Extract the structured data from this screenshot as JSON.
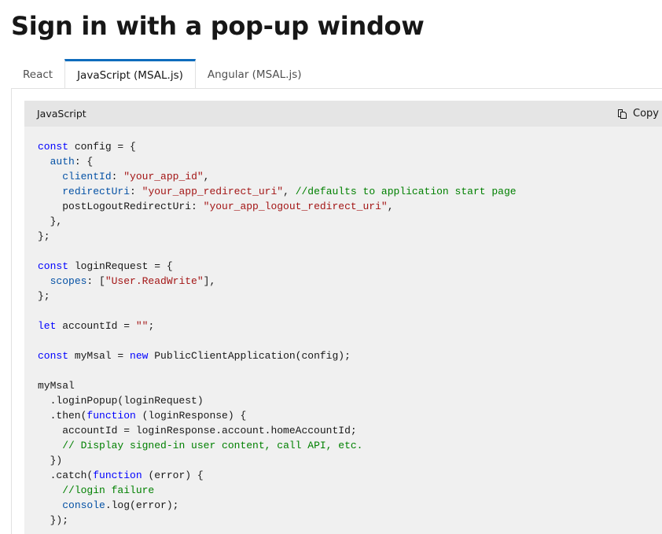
{
  "page_title": "Sign in with a pop-up window",
  "tabs": [
    {
      "label": "React"
    },
    {
      "label": "JavaScript (MSAL.js)",
      "active": true
    },
    {
      "label": "Angular (MSAL.js)"
    }
  ],
  "code": {
    "language": "JavaScript",
    "copy_label": "Copy",
    "lines": [
      [
        [
          "kw",
          "const"
        ],
        [
          "t",
          " config = {"
        ]
      ],
      [
        [
          "t",
          "  "
        ],
        [
          "prop",
          "auth"
        ],
        [
          "t",
          ": {"
        ]
      ],
      [
        [
          "t",
          "    "
        ],
        [
          "prop",
          "clientId"
        ],
        [
          "t",
          ": "
        ],
        [
          "str",
          "\"your_app_id\""
        ],
        [
          "t",
          ","
        ]
      ],
      [
        [
          "t",
          "    "
        ],
        [
          "prop",
          "redirectUri"
        ],
        [
          "t",
          ": "
        ],
        [
          "str",
          "\"your_app_redirect_uri\""
        ],
        [
          "t",
          ", "
        ],
        [
          "cm",
          "//defaults to application start page"
        ]
      ],
      [
        [
          "t",
          "    postLogoutRedirectUri: "
        ],
        [
          "str",
          "\"your_app_logout_redirect_uri\""
        ],
        [
          "t",
          ","
        ]
      ],
      [
        [
          "t",
          "  },"
        ]
      ],
      [
        [
          "t",
          "};"
        ]
      ],
      [
        [
          "t",
          ""
        ]
      ],
      [
        [
          "kw",
          "const"
        ],
        [
          "t",
          " loginRequest = {"
        ]
      ],
      [
        [
          "t",
          "  "
        ],
        [
          "prop",
          "scopes"
        ],
        [
          "t",
          ": ["
        ],
        [
          "str",
          "\"User.ReadWrite\""
        ],
        [
          "t",
          "],"
        ]
      ],
      [
        [
          "t",
          "};"
        ]
      ],
      [
        [
          "t",
          ""
        ]
      ],
      [
        [
          "kw",
          "let"
        ],
        [
          "t",
          " accountId = "
        ],
        [
          "str",
          "\"\""
        ],
        [
          "t",
          ";"
        ]
      ],
      [
        [
          "t",
          ""
        ]
      ],
      [
        [
          "kw",
          "const"
        ],
        [
          "t",
          " myMsal = "
        ],
        [
          "kw",
          "new"
        ],
        [
          "t",
          " PublicClientApplication(config);"
        ]
      ],
      [
        [
          "t",
          ""
        ]
      ],
      [
        [
          "t",
          "myMsal"
        ]
      ],
      [
        [
          "t",
          "  .loginPopup(loginRequest)"
        ]
      ],
      [
        [
          "t",
          "  .then("
        ],
        [
          "kw",
          "function"
        ],
        [
          "t",
          " (loginResponse) {"
        ]
      ],
      [
        [
          "t",
          "    accountId = loginResponse.account.homeAccountId;"
        ]
      ],
      [
        [
          "t",
          "    "
        ],
        [
          "cm",
          "// Display signed-in user content, call API, etc."
        ]
      ],
      [
        [
          "t",
          "  })"
        ]
      ],
      [
        [
          "t",
          "  .catch("
        ],
        [
          "kw",
          "function"
        ],
        [
          "t",
          " (error) {"
        ]
      ],
      [
        [
          "t",
          "    "
        ],
        [
          "cm",
          "//login failure"
        ]
      ],
      [
        [
          "t",
          "    "
        ],
        [
          "prop",
          "console"
        ],
        [
          "t",
          ".log(error);"
        ]
      ],
      [
        [
          "t",
          "  });"
        ]
      ]
    ]
  }
}
